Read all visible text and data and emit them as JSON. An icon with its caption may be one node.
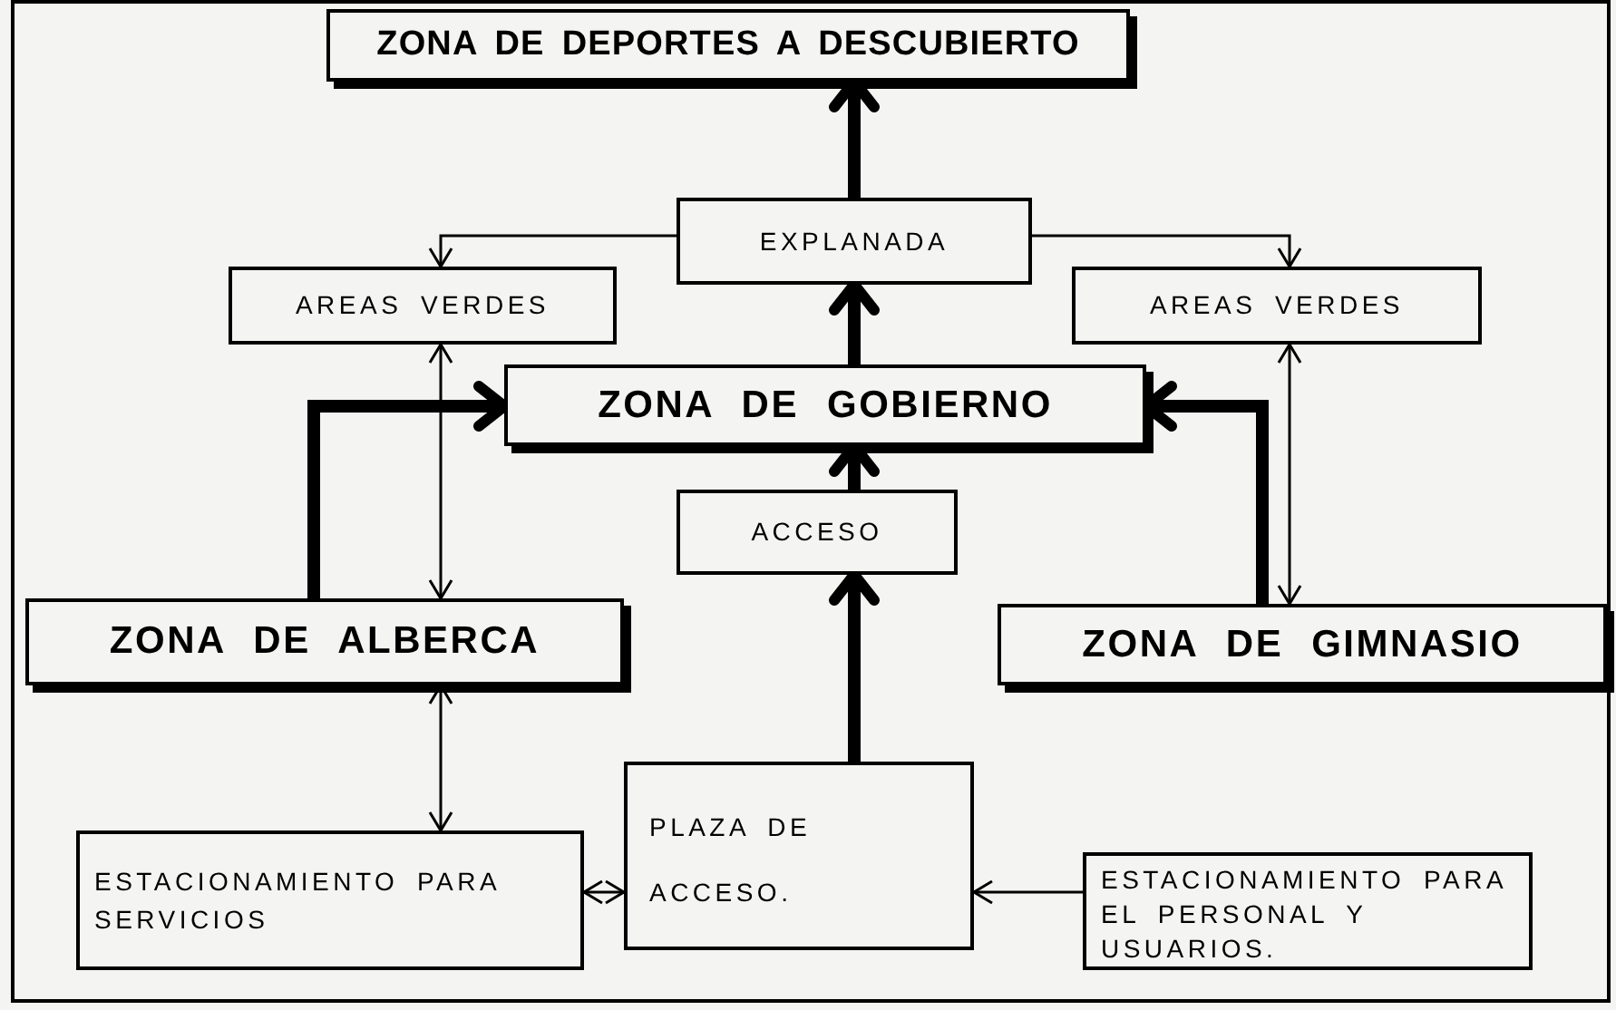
{
  "diagram": {
    "nodes": [
      {
        "text": [
          "ZONA DE DEPORTES A DESCUBIERTO"
        ]
      },
      {
        "text": [
          "EXPLANADA"
        ]
      },
      {
        "text": [
          "AREAS VERDES"
        ]
      },
      {
        "text": [
          "AREAS VERDES"
        ]
      },
      {
        "text": [
          "ZONA DE GOBIERNO"
        ]
      },
      {
        "text": [
          "ACCESO"
        ]
      },
      {
        "text": [
          "ZONA DE ALBERCA"
        ]
      },
      {
        "text": [
          "ZONA DE GIMNASIO"
        ]
      },
      {
        "text": [
          "PLAZA DE ACCESO."
        ]
      },
      {
        "text": [
          "ESTACIONAMIENTO PARA SERVICIOS"
        ]
      },
      {
        "text": [
          "ESTACIONAMIENTO PARA EL PERSONAL Y USUARIOS."
        ]
      }
    ],
    "edges": [
      {
        "from": 1,
        "to": 0,
        "arrow": "to",
        "style": "thick"
      },
      {
        "from": 1,
        "to": 2,
        "arrow": "to"
      },
      {
        "from": 1,
        "to": 3,
        "arrow": "to"
      },
      {
        "from": 4,
        "to": 1,
        "arrow": "to",
        "style": "thick"
      },
      {
        "from": 5,
        "to": 4,
        "arrow": "to",
        "style": "thick"
      },
      {
        "from": 8,
        "to": 5,
        "arrow": "to",
        "style": "thick"
      },
      {
        "from": 6,
        "to": 4,
        "arrow": "to",
        "style": "thick"
      },
      {
        "from": 7,
        "to": 4,
        "arrow": "to",
        "style": "thick"
      },
      {
        "from": 2,
        "to": 6,
        "arrow": "both"
      },
      {
        "from": 3,
        "to": 7,
        "arrow": "both"
      },
      {
        "from": 6,
        "to": 9,
        "arrow": "both"
      },
      {
        "from": 9,
        "to": 8,
        "arrow": "both"
      },
      {
        "from": 10,
        "to": 8,
        "arrow": "to"
      }
    ]
  }
}
